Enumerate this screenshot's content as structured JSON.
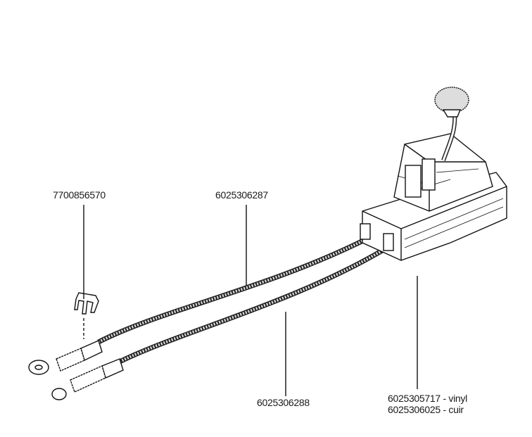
{
  "parts": {
    "clip": {
      "ref": "7700856570"
    },
    "cable_upper": {
      "ref": "6025306287"
    },
    "cable_lower": {
      "ref": "6025306288"
    },
    "shifter_vinyl": {
      "ref": "6025305717 - vinyl"
    },
    "shifter_cuir": {
      "ref": "6025306025 - cuir"
    }
  }
}
